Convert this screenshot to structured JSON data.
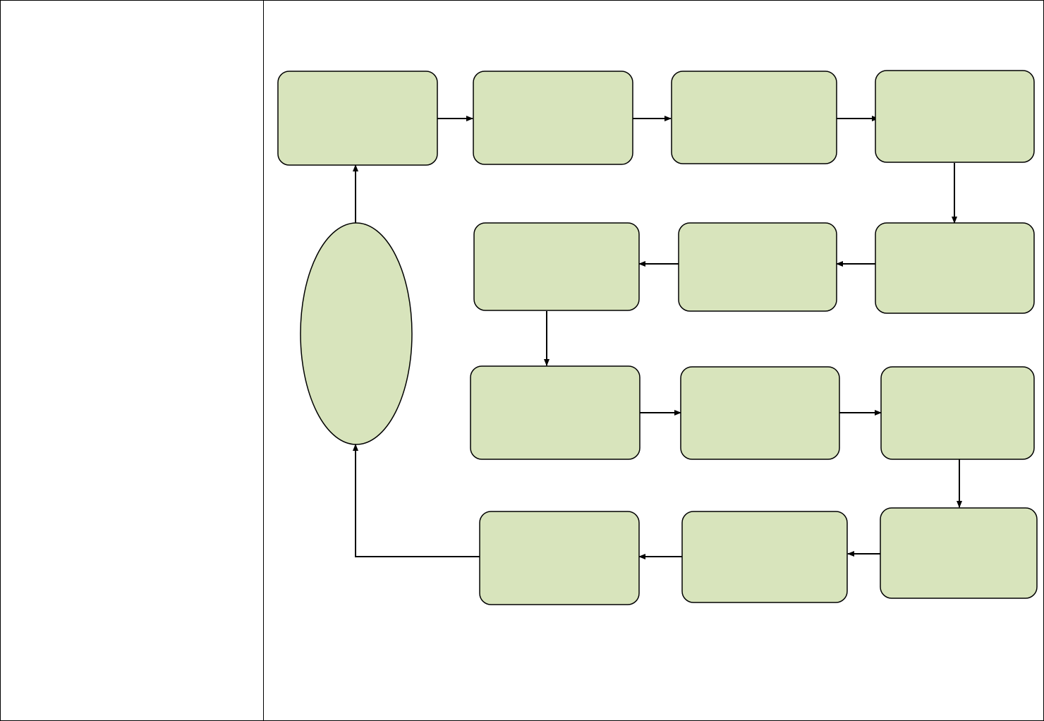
{
  "table": {
    "left_cell_text": "",
    "right_cell_text": ""
  },
  "diagram": {
    "node_fill": "#d8e4bc",
    "node_stroke": "#000000",
    "edge_color": "#000000",
    "nodes": [
      {
        "id": "n1",
        "shape": "rounded-rect",
        "label": ""
      },
      {
        "id": "n2",
        "shape": "rounded-rect",
        "label": ""
      },
      {
        "id": "n3",
        "shape": "rounded-rect",
        "label": ""
      },
      {
        "id": "n4",
        "shape": "rounded-rect",
        "label": ""
      },
      {
        "id": "n5",
        "shape": "rounded-rect",
        "label": ""
      },
      {
        "id": "n6",
        "shape": "rounded-rect",
        "label": ""
      },
      {
        "id": "n7",
        "shape": "rounded-rect",
        "label": ""
      },
      {
        "id": "n8",
        "shape": "rounded-rect",
        "label": ""
      },
      {
        "id": "n9",
        "shape": "rounded-rect",
        "label": ""
      },
      {
        "id": "n10",
        "shape": "rounded-rect",
        "label": ""
      },
      {
        "id": "n11",
        "shape": "rounded-rect",
        "label": ""
      },
      {
        "id": "n12",
        "shape": "rounded-rect",
        "label": ""
      },
      {
        "id": "n13",
        "shape": "rounded-rect",
        "label": ""
      },
      {
        "id": "hub",
        "shape": "ellipse",
        "label": ""
      }
    ],
    "edges": [
      {
        "from": "n1",
        "to": "n2"
      },
      {
        "from": "n2",
        "to": "n3"
      },
      {
        "from": "n3",
        "to": "n4"
      },
      {
        "from": "n4",
        "to": "n5"
      },
      {
        "from": "n5",
        "to": "n6"
      },
      {
        "from": "n6",
        "to": "n7"
      },
      {
        "from": "n7",
        "to": "n8"
      },
      {
        "from": "n8",
        "to": "n9"
      },
      {
        "from": "n9",
        "to": "n10"
      },
      {
        "from": "n10",
        "to": "n11"
      },
      {
        "from": "n11",
        "to": "n12"
      },
      {
        "from": "n12",
        "to": "n13"
      },
      {
        "from": "n13",
        "to": "hub"
      },
      {
        "from": "hub",
        "to": "n1"
      }
    ]
  }
}
